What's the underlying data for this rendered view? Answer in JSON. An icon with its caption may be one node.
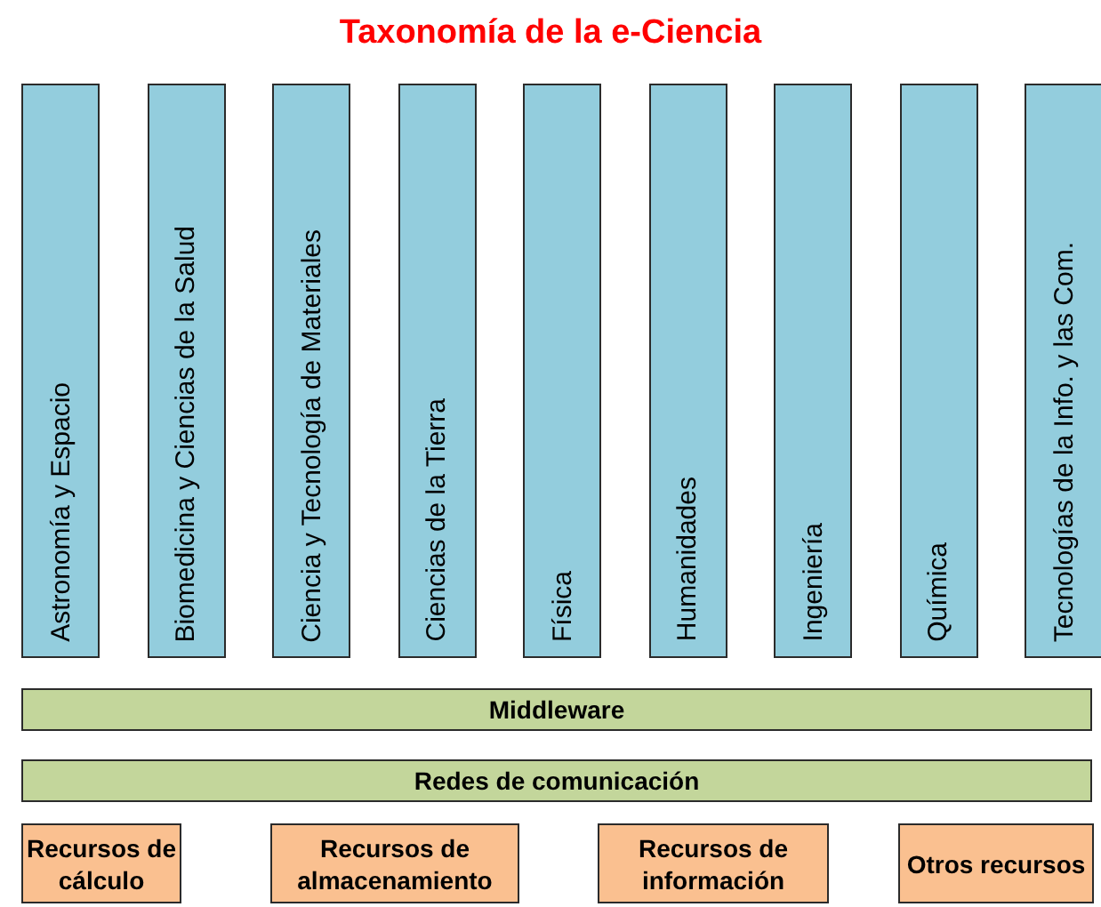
{
  "diagram": {
    "title": "Taxonomía de la e-Ciencia",
    "nodes": [
      {
        "text": [
          "Astronomía y Espacio"
        ]
      },
      {
        "text": [
          "Biomedicina y Ciencias de la Salud"
        ]
      },
      {
        "text": [
          "Ciencia y Tecnología de Materiales"
        ]
      },
      {
        "text": [
          "Ciencias de la Tierra"
        ]
      },
      {
        "text": [
          "Física"
        ]
      },
      {
        "text": [
          "Humanidades"
        ]
      },
      {
        "text": [
          "Ingeniería"
        ]
      },
      {
        "text": [
          "Química"
        ]
      },
      {
        "text": [
          "Tecnologías de la Info. y las Com."
        ]
      },
      {
        "text": [
          "Middleware"
        ]
      },
      {
        "text": [
          "Redes de comunicación"
        ]
      },
      {
        "text": [
          "Recursos de cálculo"
        ]
      },
      {
        "text": [
          "Recursos de almacenamiento"
        ]
      },
      {
        "text": [
          "Recursos de información"
        ]
      },
      {
        "text": [
          "Otros recursos"
        ]
      }
    ],
    "edges": []
  }
}
